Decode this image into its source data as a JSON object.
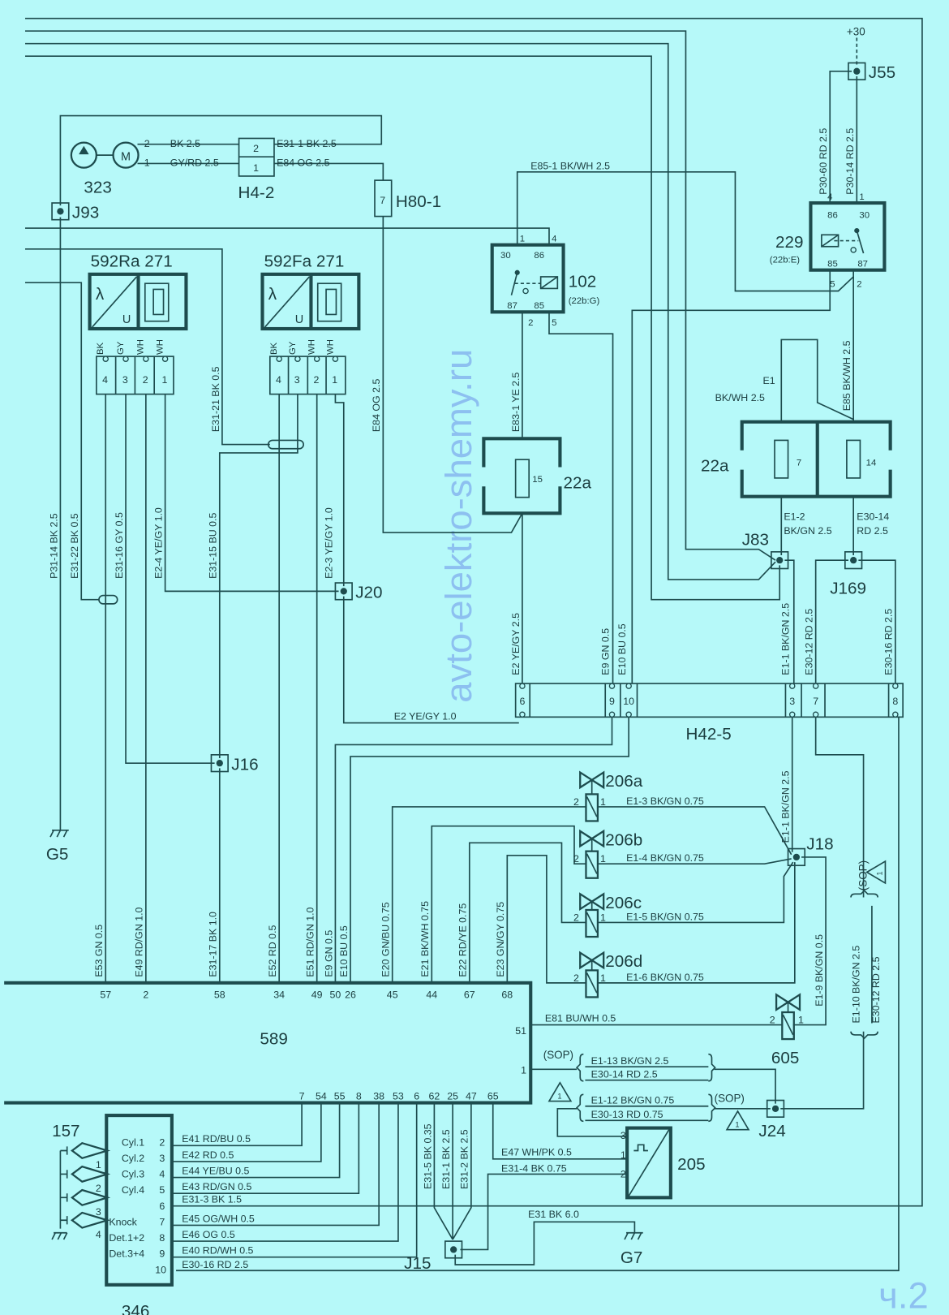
{
  "marks": {
    "watermark": "avto-elektro-shemy.ru",
    "part": "ч.2"
  },
  "components": {
    "pump_motor": "323",
    "motor": "M",
    "connector_h4_2": "H4-2",
    "connector_h80_1": "H80-1",
    "junction_j93": "J93",
    "o2_rear": "592Ra  271",
    "o2_front": "592Fa  271",
    "lambda": "λ",
    "voltage": "U",
    "relay_102": "102",
    "relay_102_ref": "(22b:G)",
    "relay_229": "229",
    "relay_229_ref": "(22b:E)",
    "junction_j55": "J55",
    "supply": "+30",
    "fusebox_22a": "22a",
    "junction_j83": "J83",
    "junction_j169": "J169",
    "junction_j20": "J20",
    "junction_j16": "J16",
    "ground_g5": "G5",
    "connector_h42_5": "H42-5",
    "valve_206a": "206a",
    "valve_206b": "206b",
    "valve_206c": "206c",
    "valve_206d": "206d",
    "junction_j18": "J18",
    "valve_605": "605",
    "ecu_589": "589",
    "sensor_205": "205",
    "junction_j24": "J24",
    "ground_g7": "G7",
    "knock_sensors_157": "157",
    "module_346": "346",
    "junction_j15": "J15",
    "sop": "(SOP)",
    "warning_number": "1"
  },
  "fuses": {
    "f15": "15",
    "f7": "7",
    "f14": "14",
    "h80_pin": "7"
  },
  "pins": {
    "motor": [
      "2",
      "1"
    ],
    "h4_2": [
      "2",
      "1"
    ],
    "o2_colors": [
      "BK",
      "GY",
      "WH",
      "WH"
    ],
    "o2_numbers": [
      "4",
      "3",
      "2",
      "1"
    ],
    "relay102_inner": [
      "30",
      "86",
      "87",
      "85"
    ],
    "relay102_outer": [
      "1",
      "4",
      "2",
      "5"
    ],
    "relay229_inner": [
      "86",
      "30",
      "85",
      "87"
    ],
    "relay229_outer": [
      "4",
      "1",
      "5",
      "2"
    ],
    "h42_5": [
      "6",
      "9",
      "10",
      "3",
      "7",
      "8"
    ],
    "valve": [
      "2",
      "1"
    ],
    "ecu_top": [
      "57",
      "2",
      "58",
      "34",
      "49",
      "50",
      "26",
      "45",
      "44",
      "67",
      "68"
    ],
    "ecu_right": [
      "51",
      "1"
    ],
    "ecu_bottom": [
      "7",
      "54",
      "55",
      "8",
      "38",
      "53",
      "6",
      "62",
      "25",
      "47",
      "65"
    ],
    "sensor_205": [
      "3",
      "1",
      "2"
    ],
    "m346_numbers": [
      "2",
      "3",
      "4",
      "5",
      "6",
      "7",
      "8",
      "9",
      "10"
    ],
    "m346_labels": [
      "Cyl.1",
      "Cyl.2",
      "Cyl.3",
      "Cyl.4",
      "Knock",
      "Det.1+2",
      "Det.3+4"
    ],
    "knock_numbers": [
      "1",
      "2",
      "3",
      "4"
    ]
  },
  "wires": {
    "m_bk": "BK   2.5",
    "m_gyrd": "GY/RD  2.5",
    "e31_1": "E31-1  BK   2.5",
    "e84": "E84   OG   2.5",
    "e85_1": "E85-1  BK/WH   2.5",
    "e1": "E1",
    "e1_spec": "BK/WH  2.5",
    "e1_2": "E1-2",
    "e1_2_spec": "BK/GN  2.5",
    "e30_14": "E30-14",
    "e30_14_spec": "RD  2.5",
    "e2_h": "E2   YE/GY  1.0",
    "e1_3": "E1-3  BK/GN  0.75",
    "e1_4": "E1-4  BK/GN  0.75",
    "e1_5": "E1-5  BK/GN  0.75",
    "e1_6": "E1-6  BK/GN  0.75",
    "e81": "E81   BU/WH  0.5",
    "e1_13": "E1-13   BK/GN   2.5",
    "e30_14b": "E30-14   RD   2.5",
    "e1_12": "E1-12  BK/GN  0.75",
    "e30_13": "E30-13   RD   0.75",
    "e47": "E47   WH/PK  0.5",
    "e31_4": "E31-4  BK   0.75",
    "e31": "E31   BK   6.0",
    "e41": "E41  RD/BU  0.5",
    "e42": "E42  RD   0.5",
    "e44": "E44  YE/BU  0.5",
    "e43": "E43  RD/GN  0.5",
    "e31_3": "E31-3   BK    1.5",
    "e45": "E45  OG/WH   0.5",
    "e46": "E46  OG   0.5",
    "e40": "E40  RD/WH   0.5",
    "e30_16": "E30-16    RD    2.5",
    "p31_14": "P31-14 BK   2.5",
    "e31_22": "E31-22  BK   0.5",
    "e31_16": "E31-16   GY   0.5",
    "e2_4": "E2-4   YE/GY  1.0",
    "e31_15": "E31-15   BU  0.5",
    "e2_3": "E2-3   YE/GY  1.0",
    "e31_21": "E31-21  BK   0.5",
    "e84_v": "E84   OG   2.5",
    "e83_1": "E83-1   YE   2.5",
    "e2_v": "E2   YE/GY  2.5",
    "e9_v": "E9   GN   0.5",
    "e10_v": "E10   BU   0.5",
    "e1_1_v": "E1-1   BK/GN   2.5",
    "e30_12_v": "E30-12   RD   2.5",
    "e30_16_v": "E30-16   RD   2.5",
    "e85_v": "E85  BK/WH  2.5",
    "p30_60": "P30-60   RD   2.5",
    "p30_14": "P30-14   RD   2.5",
    "e1_1_low": "E1-1    BK/GN    2.5",
    "e1_9": "E1-9   BK/GN   0.5",
    "e1_10": "E1-10   BK/GN   2.5",
    "e30_12_low": "E30-12    RD    2.5",
    "e53": "E53   GN   0.5",
    "e49": "E49   RD/GN  1.0",
    "e31_17": "E31-17  BK   1.0",
    "e52": "E52   RD   0.5",
    "e51": "E51   RD/GN  1.0",
    "e9": "E9   GN   0.5",
    "e10": "E10   BU   0.5",
    "e20": "E20   GN/BU  0.75",
    "e21": "E21   BK/WH  0.75",
    "e22": "E22   RD/YE  0.75",
    "e23": "E23   GN/GY  0.75",
    "e31_5": "E31-5   BK   0.35",
    "e31_1b": "E31-1   BK   2.5",
    "e31_2": "E31-2   BK   2.5"
  }
}
